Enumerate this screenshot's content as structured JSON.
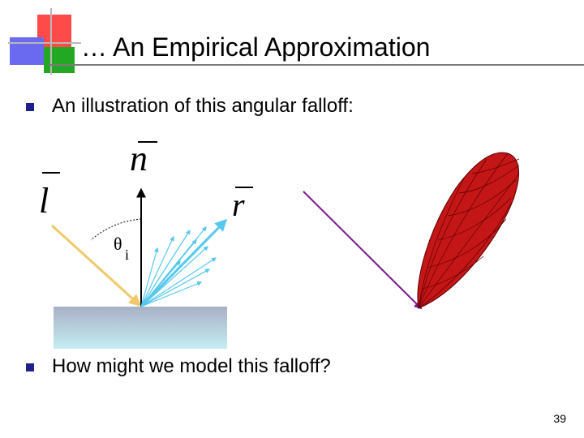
{
  "slide": {
    "title": "… An Empirical Approximation",
    "bullets": [
      "An illustration of this angular falloff:",
      "How might we model this falloff?"
    ],
    "page_number": "39"
  },
  "figure": {
    "labels": {
      "normal": "n",
      "light": "l",
      "reflect": "r",
      "theta": "θ",
      "theta_sub": "i"
    },
    "colors": {
      "incoming_ray": "#f2c96a",
      "reflected_rays": "#55c8ee",
      "normal": "#000000",
      "lobe_fill": "#c41616",
      "lobe_edge": "#5a0000",
      "lobe_ray": "#7a1a8c",
      "surface_top": "#a8b0c6",
      "surface_bottom": "#c4eef2"
    }
  }
}
